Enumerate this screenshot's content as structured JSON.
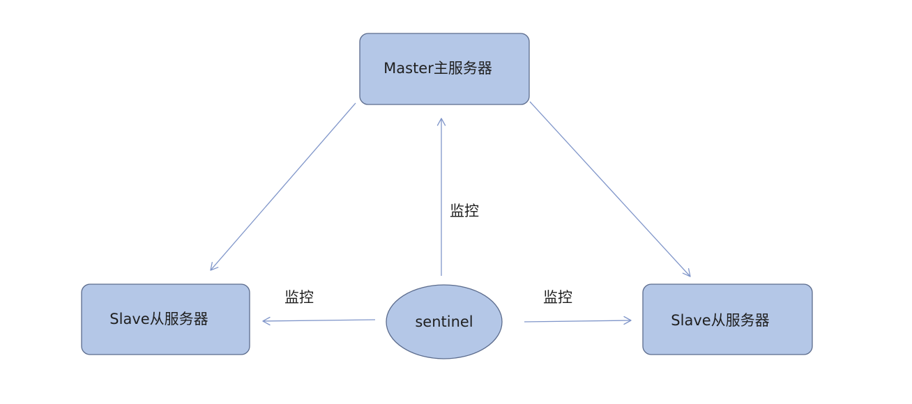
{
  "nodes": {
    "master": {
      "label": "Master主服务器"
    },
    "slave_left": {
      "label": "Slave从服务器"
    },
    "slave_right": {
      "label": "Slave从服务器"
    },
    "sentinel": {
      "label": "sentinel"
    }
  },
  "edges": {
    "monitor_up": {
      "label": "监控"
    },
    "monitor_left": {
      "label": "监控"
    },
    "monitor_right": {
      "label": "监控"
    }
  },
  "colors": {
    "node_fill": "#b4c7e7",
    "node_border": "#5b6b8c",
    "edge": "#7f95c9"
  }
}
